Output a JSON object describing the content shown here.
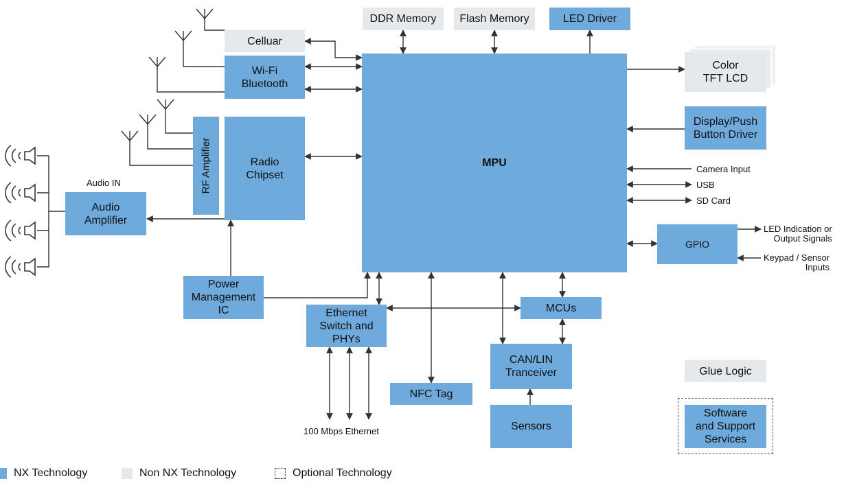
{
  "blocks": {
    "mpu": "MPU",
    "ddr": "DDR Memory",
    "flash": "Flash Memory",
    "led_driver": "LED Driver",
    "cellular": "Celluar",
    "wifi": "Wi-Fi\nBluetooth",
    "rf_amp": "RF Amplifier",
    "radio": "Radio\nChipset",
    "audio_amp": "Audio\nAmplifier",
    "pmic": "Power\nManagement\nIC",
    "ethernet": "Ethernet\nSwitch and\nPHYs",
    "nfc": "NFC Tag",
    "mcus": "MCUs",
    "canlin": "CAN/LIN\nTranceiver",
    "sensors": "Sensors",
    "display_driver": "Display/Push\nButton Driver",
    "tft": "Color\nTFT LCD",
    "gpio": "GPIO",
    "glue": "Glue Logic",
    "software": "Software\nand Support\nServices"
  },
  "labels": {
    "audio_in": "Audio IN",
    "camera": "Camera Input",
    "usb": "USB",
    "sd": "SD Card",
    "led_out": "LED Indication or\nOutput Signals",
    "keypad": "Keypad / Sensor\nInputs",
    "ethernet_100": "100 Mbps Ethernet"
  },
  "legend": {
    "nx": "NX  Technology",
    "non_nx": "Non NX  Technology",
    "optional": "Optional Technology"
  },
  "colors": {
    "nx_blue": "#6eaadc",
    "non_nx_gray": "#e6e9eb",
    "line": "#333333"
  }
}
